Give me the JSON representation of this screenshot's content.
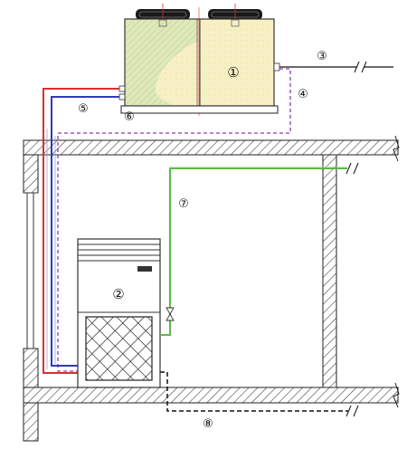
{
  "callouts": {
    "outdoor_unit": "①",
    "indoor_unit": "②",
    "power_line": "③",
    "signal_line": "④",
    "red_pipe": "⑤",
    "blue_pipe": "⑥",
    "drain_pipe": "⑦",
    "floor_drain": "⑧"
  },
  "indoor_unit_badge": "",
  "colors": {
    "red_pipe": "#d9312b",
    "blue_pipe": "#2e3bb8",
    "purple_dashed": "#8a3fb5",
    "green_pipe": "#5cb84a",
    "wall_hatch": "#333333",
    "outdoor_fill": "#f7f0c4",
    "outdoor_hatch_fill": "#dfe8b8",
    "black_line": "#111111"
  },
  "icons": {
    "fan": "fan-icon",
    "valve": "valve-icon",
    "filter_grille": "filter-grille-icon",
    "break_mark": "break-mark-icon"
  }
}
